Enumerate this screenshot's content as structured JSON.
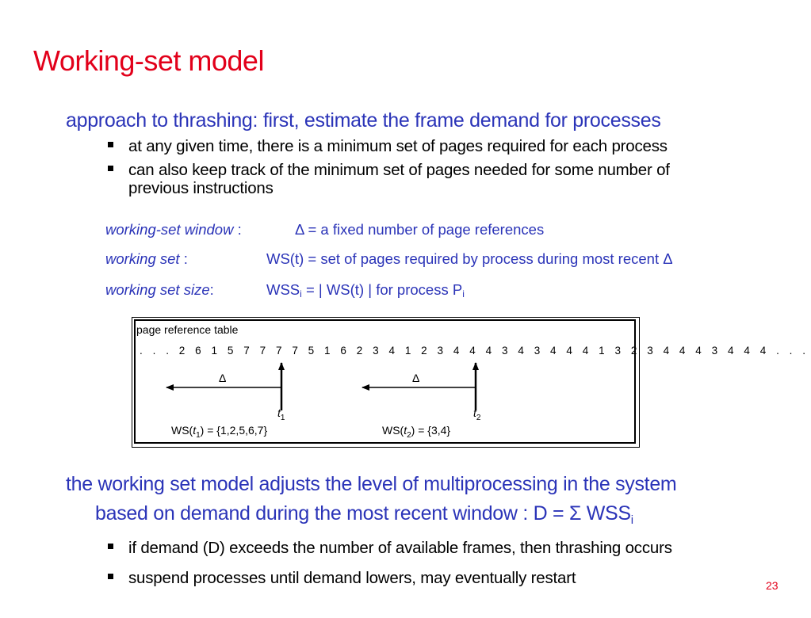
{
  "title": "Working-set model",
  "intro": {
    "heading": "approach to thrashing: first, estimate the frame demand for processes",
    "bullets": [
      "at any given time, there is a minimum set of pages required for each process",
      "can also keep track of the minimum set of pages needed for some number of",
      "previous instructions"
    ]
  },
  "definitions": {
    "window_term": "working-set window",
    "window_sep": " :",
    "window_def": "Δ = a fixed number of page references",
    "set_term": "working set",
    "set_sep": " :",
    "set_def": "WS(t) = set of pages required by process during most recent Δ",
    "size_term": "working set size",
    "size_sep": ":",
    "size_def_a": "WSS",
    "size_def_sub": "i",
    "size_def_b": " = | WS(t) | for process P",
    "size_def_sub2": "i"
  },
  "figure": {
    "label": "page reference table",
    "sequence": ". . . 2 6 1 5 7 7 7 7 5 1 6 2 3 4 1 2 3 4 4 4 3 4 3 4 4 4 1 3 2 3 4 4 4 3 4 4 4 . . .",
    "delta": "Δ",
    "t": "t",
    "t1_sub": "1",
    "t2_sub": "2",
    "ws1_a": "WS(",
    "ws1_t": "t",
    "ws1_sub": "1",
    "ws1_b": ") = {1,2,5,6,7}",
    "ws2_a": "WS(",
    "ws2_t": "t",
    "ws2_sub": "2",
    "ws2_b": ") = {3,4}"
  },
  "conclusion": {
    "line1": "the working set model adjusts the level of multiprocessing in the system",
    "line2": "based on demand during the most recent window :  D = Σ WSS",
    "line2_sub": "i",
    "bullets": [
      "if demand (D) exceeds the number of available frames, then thrashing occurs",
      "suspend processes until demand lowers, may eventually restart"
    ]
  },
  "page_number": "23"
}
